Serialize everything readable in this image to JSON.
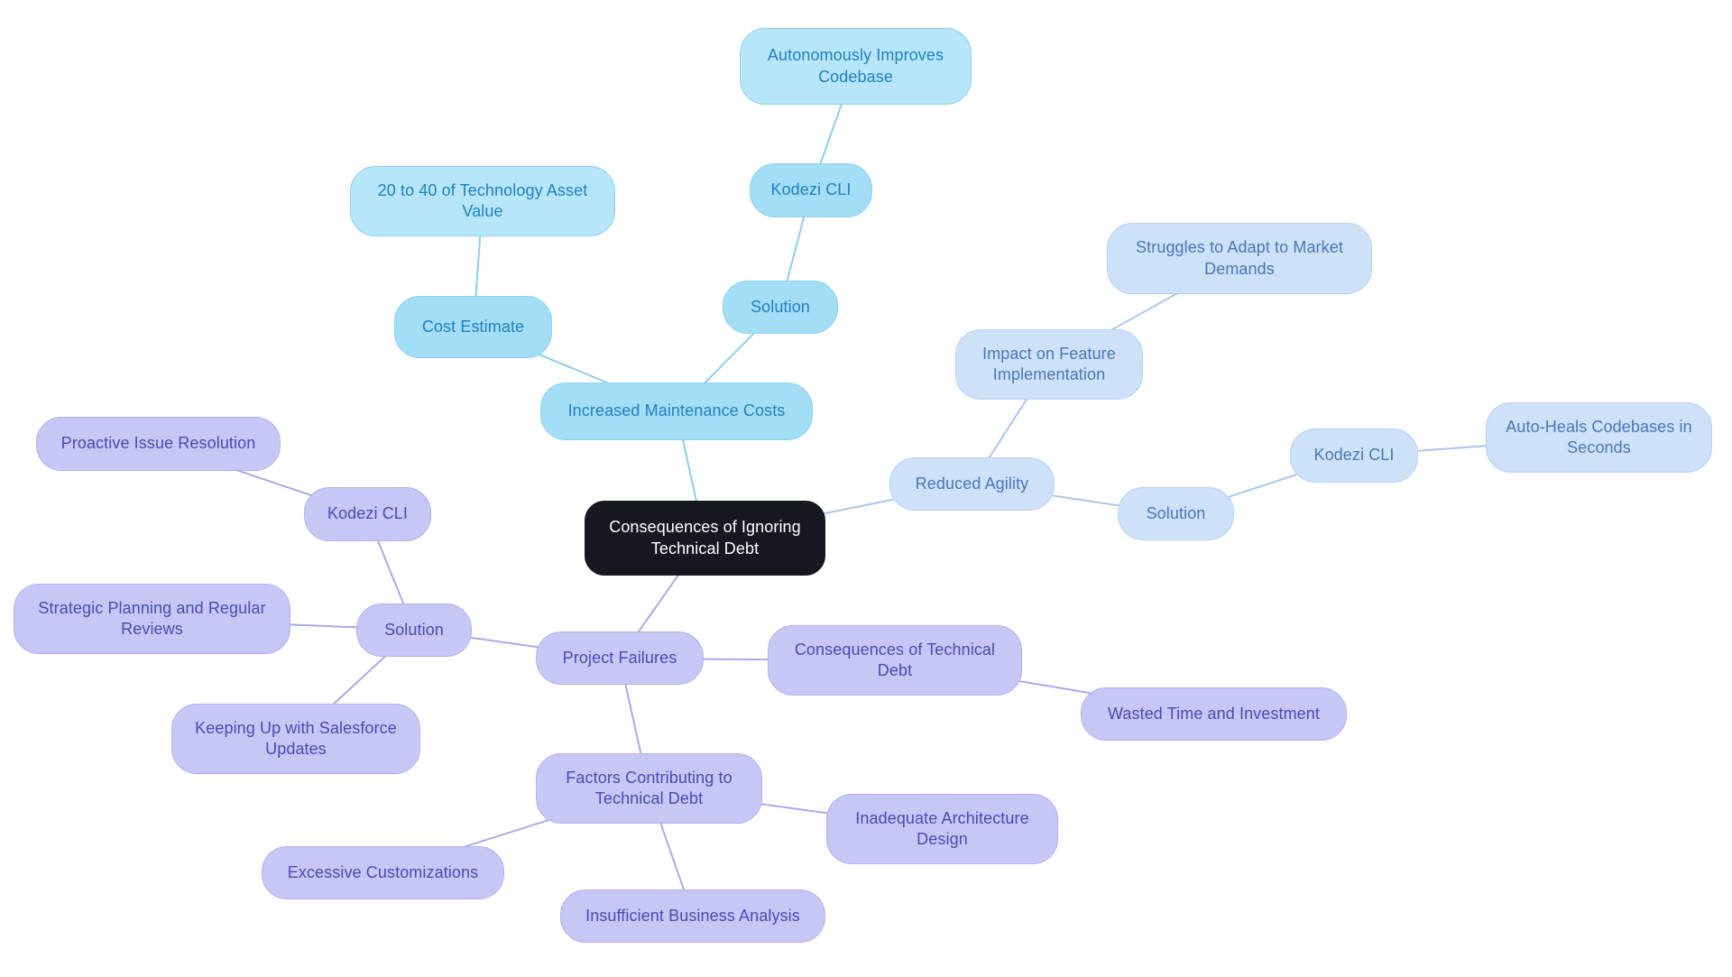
{
  "colors": {
    "background": "#ffffff",
    "central_fill": "#15181f",
    "central_text": "#ffffff",
    "maintenance_fill": "#a3ddf6",
    "maintenance_fill_light": "#b7e5fa",
    "maintenance_border": "#8ed2f2",
    "maintenance_text": "#1e82c0",
    "maintenance_edge": "#8fcdee",
    "agility_fill": "#cde1f8",
    "agility_border": "#b8d2f2",
    "agility_text": "#4a77b8",
    "agility_edge": "#a9c7ef",
    "failures_fill": "#c6c7f4",
    "failures_border": "#b2b3ee",
    "failures_text": "#4a4ab5",
    "failures_edge": "#a9aae9"
  },
  "nodes": {
    "central": {
      "label": "Consequences of Ignoring Technical Debt"
    },
    "increased_maintenance": {
      "label": "Increased Maintenance Costs"
    },
    "cost_estimate": {
      "label": "Cost Estimate"
    },
    "tech_asset_value": {
      "label": "20 to 40 of Technology Asset Value"
    },
    "solution_maintenance": {
      "label": "Solution"
    },
    "kodezi_cli_maintenance": {
      "label": "Kodezi CLI"
    },
    "autonomously_improves": {
      "label": "Autonomously Improves Codebase"
    },
    "reduced_agility": {
      "label": "Reduced Agility"
    },
    "impact_feature": {
      "label": "Impact on Feature Implementation"
    },
    "struggles_adapt": {
      "label": "Struggles to Adapt to Market Demands"
    },
    "solution_agility": {
      "label": "Solution"
    },
    "kodezi_cli_agility": {
      "label": "Kodezi CLI"
    },
    "auto_heals": {
      "label": "Auto-Heals Codebases in Seconds"
    },
    "project_failures": {
      "label": "Project Failures"
    },
    "solution_failures": {
      "label": "Solution"
    },
    "strategic_planning": {
      "label": "Strategic Planning and Regular Reviews"
    },
    "kodezi_cli_failures": {
      "label": "Kodezi CLI"
    },
    "proactive_issue": {
      "label": "Proactive Issue Resolution"
    },
    "keeping_up": {
      "label": "Keeping Up with Salesforce Updates"
    },
    "consequences_debt": {
      "label": "Consequences of Technical Debt"
    },
    "wasted_time": {
      "label": "Wasted Time and Investment"
    },
    "factors_contributing": {
      "label": "Factors Contributing to Technical Debt"
    },
    "inadequate_architecture": {
      "label": "Inadequate Architecture Design"
    },
    "excessive_customizations": {
      "label": "Excessive Customizations"
    },
    "insufficient_analysis": {
      "label": "Insufficient Business Analysis"
    }
  }
}
